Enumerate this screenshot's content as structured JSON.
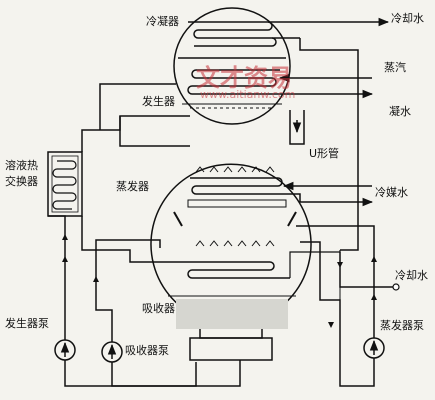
{
  "labels": {
    "condenser": "冷凝器",
    "cooling_water_top": "冷却水",
    "steam": "蒸汽",
    "condensate": "凝水",
    "generator": "发生器",
    "u_tube": "U形管",
    "solution_hx_line1": "溶液热",
    "solution_hx_line2": "交换器",
    "evaporator": "蒸发器",
    "refrigerant_water": "冷媒水",
    "absorber": "吸收器",
    "cooling_water_bottom": "冷却水",
    "generator_pump": "发生器泵",
    "absorber_pump": "吸收器泵",
    "evaporator_pump": "蒸发器泵"
  },
  "watermark": {
    "brand": "文才资易",
    "url": "www.aitianw.com"
  },
  "colors": {
    "line": "#111111",
    "background": "#f4f3ee",
    "watermark": "#c8323a"
  }
}
